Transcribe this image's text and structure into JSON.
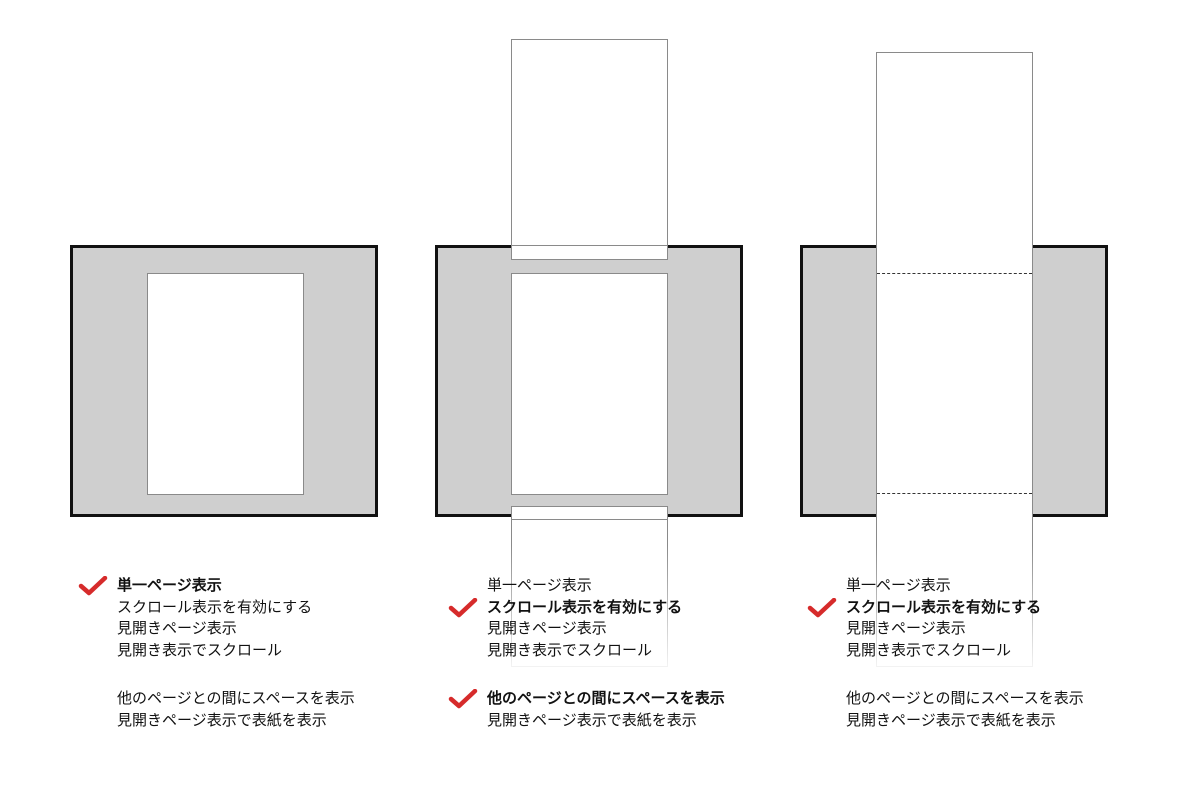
{
  "menus": [
    {
      "items": [
        {
          "label": "単一ページ表示",
          "checked": true
        },
        {
          "label": "スクロール表示を有効にする",
          "checked": false
        },
        {
          "label": "見開きページ表示",
          "checked": false
        },
        {
          "label": "見開き表示でスクロール",
          "checked": false
        }
      ],
      "options": [
        {
          "label": "他のページとの間にスペースを表示",
          "checked": false
        },
        {
          "label": "見開きページ表示で表紙を表示",
          "checked": false
        }
      ]
    },
    {
      "items": [
        {
          "label": "単一ページ表示",
          "checked": false
        },
        {
          "label": "スクロール表示を有効にする",
          "checked": true
        },
        {
          "label": "見開きページ表示",
          "checked": false
        },
        {
          "label": "見開き表示でスクロール",
          "checked": false
        }
      ],
      "options": [
        {
          "label": "他のページとの間にスペースを表示",
          "checked": true
        },
        {
          "label": "見開きページ表示で表紙を表示",
          "checked": false
        }
      ]
    },
    {
      "items": [
        {
          "label": "単一ページ表示",
          "checked": false
        },
        {
          "label": "スクロール表示を有効にする",
          "checked": true
        },
        {
          "label": "見開きページ表示",
          "checked": false
        },
        {
          "label": "見開き表示でスクロール",
          "checked": false
        }
      ],
      "options": [
        {
          "label": "他のページとの間にスペースを表示",
          "checked": false
        },
        {
          "label": "見開きページ表示で表紙を表示",
          "checked": false
        }
      ]
    }
  ],
  "colors": {
    "check": "#d62b2b",
    "screen": "#cfcfcf",
    "border": "#111111"
  }
}
